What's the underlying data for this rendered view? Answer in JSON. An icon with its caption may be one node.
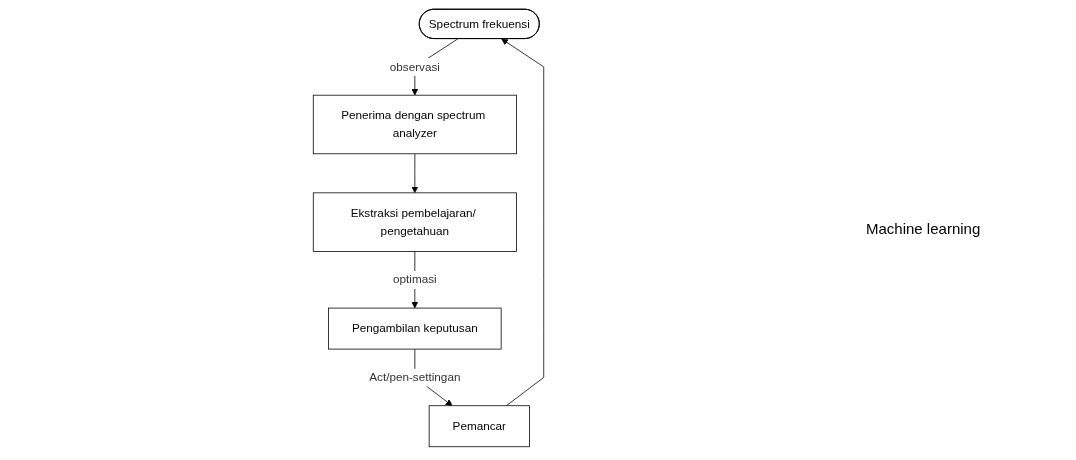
{
  "diagram": {
    "nodes": [
      {
        "text": [
          "Spectrum frekuensi"
        ]
      },
      {
        "text": [
          "Penerima dengan spectrum analyzer"
        ]
      },
      {
        "text": [
          "Ekstraksi pembelajaran/ pengetahuan"
        ]
      },
      {
        "text": [
          "Pengambilan keputusan"
        ]
      },
      {
        "text": [
          "Pemancar"
        ]
      }
    ],
    "edges": [
      {
        "from": 0,
        "to": 1,
        "arrow": "to",
        "label": "observasi"
      },
      {
        "from": 1,
        "to": 2,
        "arrow": "to"
      },
      {
        "from": 2,
        "to": 3,
        "arrow": "to",
        "label": "optimasi"
      },
      {
        "from": 3,
        "to": 4,
        "arrow": "to",
        "label": "Act/pen-settingan"
      },
      {
        "from": 4,
        "to": 0,
        "arrow": "to"
      }
    ],
    "labels": [
      "Machine learning"
    ]
  }
}
